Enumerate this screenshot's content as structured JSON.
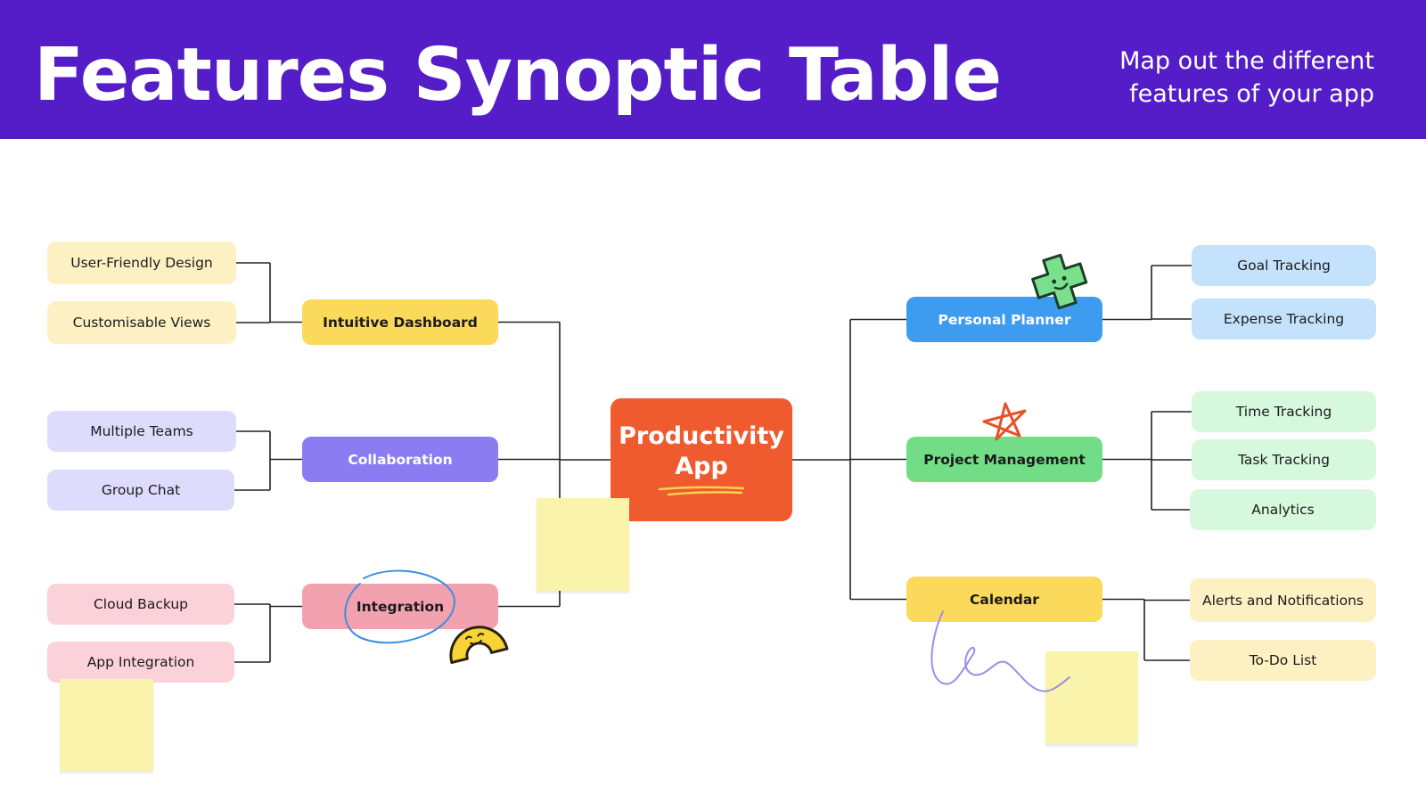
{
  "header": {
    "title": "Features Synoptic Table",
    "subtitle_lines": [
      "Map out the different",
      "features of your app"
    ]
  },
  "colors": {
    "header_bg": "#541dc8",
    "center": "#f05a2f",
    "link_line": "#222222"
  },
  "diagram": {
    "center": {
      "lines": [
        "Productivity",
        "App"
      ]
    },
    "left_branches": [
      {
        "label": "Intuitive Dashboard",
        "color": "#fbd95b",
        "leaves": [
          {
            "label": "User-Friendly Design",
            "color": "#fdf1c4"
          },
          {
            "label": "Customisable Views",
            "color": "#fdf1c4"
          }
        ]
      },
      {
        "label": "Collaboration",
        "color": "#8b7cf2",
        "leaves": [
          {
            "label": "Multiple Teams",
            "color": "#dedcfc"
          },
          {
            "label": "Group Chat",
            "color": "#dedcfc"
          }
        ]
      },
      {
        "label": "Integration",
        "color": "#f2a2ae",
        "leaves": [
          {
            "label": "Cloud Backup",
            "color": "#fbd2d9"
          },
          {
            "label": "App Integration",
            "color": "#fbd2d9"
          }
        ]
      }
    ],
    "right_branches": [
      {
        "label": "Personal Planner",
        "color": "#3d9cf0",
        "leaves": [
          {
            "label": "Goal Tracking",
            "color": "#c5e2fc"
          },
          {
            "label": "Expense Tracking",
            "color": "#c5e2fc"
          }
        ]
      },
      {
        "label": "Project Management",
        "color": "#72dd86",
        "leaves": [
          {
            "label": "Time Tracking",
            "color": "#d6f8dc"
          },
          {
            "label": "Task Tracking",
            "color": "#d6f8dc"
          },
          {
            "label": "Analytics",
            "color": "#d6f8dc"
          }
        ]
      },
      {
        "label": "Calendar",
        "color": "#fbd95b",
        "leaves": [
          {
            "label": "Alerts and Notifications",
            "color": "#fdf1c4"
          },
          {
            "label": "To-Do List",
            "color": "#fdf1c4"
          }
        ]
      }
    ]
  },
  "decorations": {
    "sticky_notes": 3,
    "stickers": [
      "green-smiley-sticker",
      "orange-star-doodle",
      "yellow-rainbow-sticker",
      "blue-circle-doodle",
      "purple-squiggle-doodle",
      "yellow-underline-doodle"
    ]
  }
}
